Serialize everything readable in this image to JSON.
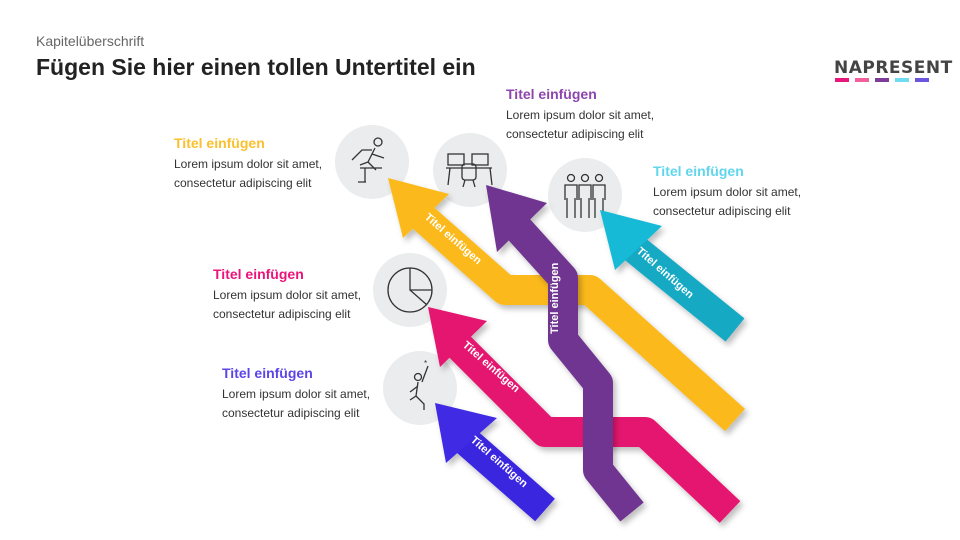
{
  "header": {
    "chapter": "Kapitelüberschrift",
    "subtitle": "Fügen Sie hier einen tollen Untertitel ein"
  },
  "logo": {
    "text": "NAPRESENT",
    "colors": [
      "#e8177a",
      "#f0609a",
      "#7d3c98",
      "#6fdcf0",
      "#6a55e0"
    ]
  },
  "items": [
    {
      "title": "Titel einfügen",
      "line1": "Lorem ipsum dolor sit amet,",
      "line2": "consectetur adipiscing elit",
      "arrow_label": "Titel einfügen",
      "color": "#fbb91a",
      "icon": "hurdle-runner-icon"
    },
    {
      "title": "Titel einfügen",
      "line1": "Lorem ipsum dolor sit amet,",
      "line2": "consectetur adipiscing elit",
      "arrow_label": "Titel einfügen",
      "color": "#7b3b96",
      "icon": "workstation-icon"
    },
    {
      "title": "Titel einfügen",
      "line1": "Lorem ipsum dolor sit amet,",
      "line2": "consectetur adipiscing elit",
      "arrow_label": "Titel einfügen",
      "color": "#1ac3e0",
      "icon": "team-icon"
    },
    {
      "title": "Titel einfügen",
      "line1": "Lorem ipsum dolor sit amet,",
      "line2": "consectetur adipiscing elit",
      "arrow_label": "Titel einfügen",
      "color": "#ec1478",
      "icon": "pie-chart-icon"
    },
    {
      "title": "Titel einfügen",
      "line1": "Lorem ipsum dolor sit amet,",
      "line2": "consectetur adipiscing elit",
      "arrow_label": "Titel einfügen",
      "color": "#4a35e8",
      "icon": "reaching-star-icon"
    }
  ]
}
